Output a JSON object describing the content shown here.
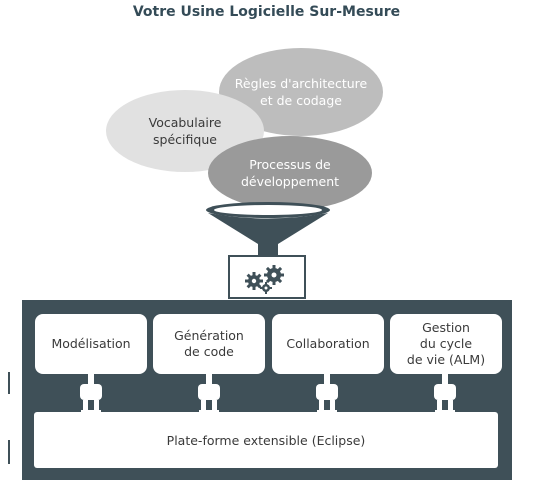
{
  "title": "Votre Usine Logicielle Sur-Mesure",
  "inputs": {
    "rules": "Règles d'architecture\net de codage",
    "vocabulary": "Vocabulaire\nspécifique",
    "process": "Processus de\ndéveloppement"
  },
  "modules": [
    "Modélisation",
    "Génération\nde code",
    "Collaboration",
    "Gestion\ndu cycle\nde vie (ALM)"
  ],
  "platform": "Plate-forme extensible (Eclipse)",
  "colors": {
    "dark": "#3f5058",
    "title": "#344b57",
    "ellipse_light": "#e1e1e1",
    "ellipse_mid": "#bdbdbd",
    "ellipse_dark": "#9a9a9a"
  }
}
